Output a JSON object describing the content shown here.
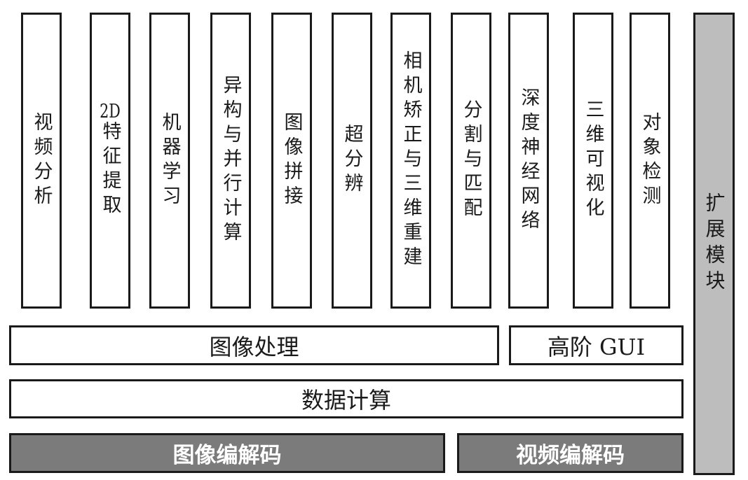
{
  "diagram": {
    "modules": [
      {
        "label": "视频分析"
      },
      {
        "label": "2D特征提取"
      },
      {
        "label": "机器学习"
      },
      {
        "label": "异构与并行计算"
      },
      {
        "label": "图像拼接"
      },
      {
        "label": "超分辨"
      },
      {
        "label": "相机矫正与三维重建"
      },
      {
        "label": "分割与匹配"
      },
      {
        "label": "深度神经网络"
      },
      {
        "label": "三维可视化"
      },
      {
        "label": "对象检测"
      }
    ],
    "extension": {
      "label": "扩展模块"
    },
    "layers": {
      "image_processing": "图像处理",
      "high_gui": "高阶 GUI",
      "data_compute": "数据计算",
      "image_codec": "图像编解码",
      "video_codec": "视频编解码"
    },
    "colors": {
      "border": "#1a1a1a",
      "dark_bar_fill": "#7b7b7b",
      "extension_fill": "#bdbdbd",
      "box_fill": "#ffffff",
      "dark_bar_text": "#ffffff",
      "text": "#1a1a1a"
    }
  }
}
